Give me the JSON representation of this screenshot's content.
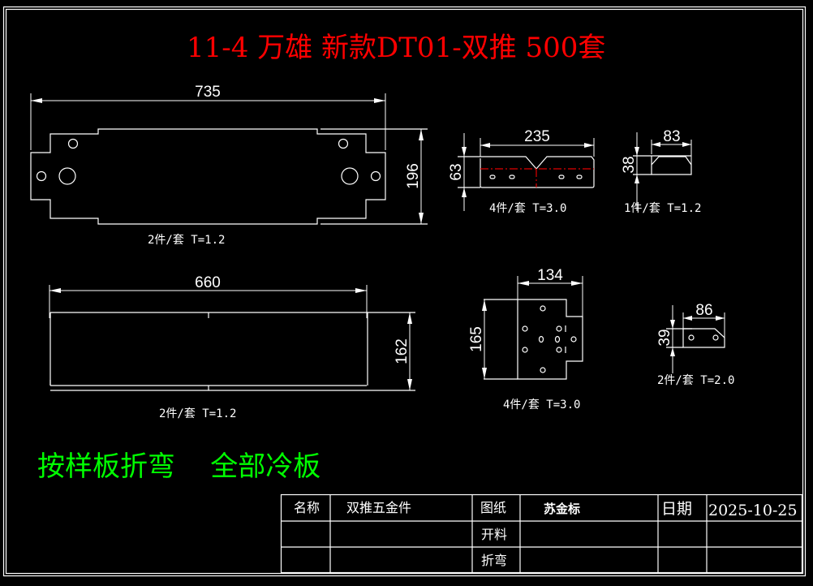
{
  "drawing": {
    "title": "11-4 万雄 新款DT01-双推 500套",
    "note": "按样板折弯    全部冷板",
    "colors": {
      "background": "#000000",
      "lines": "#ffffff",
      "title": "#ff0000",
      "note": "#00ff00",
      "centerline": "#e00000"
    }
  },
  "parts": [
    {
      "id": "part-1",
      "width_dim": "735",
      "height_dim": "196",
      "spec": "2件/套 T=1.2"
    },
    {
      "id": "part-2",
      "width_dim": "235",
      "height_dim": "63",
      "spec": "4件/套 T=3.0"
    },
    {
      "id": "part-3",
      "width_dim": "83",
      "height_dim": "38",
      "spec": "1件/套 T=1.2"
    },
    {
      "id": "part-4",
      "width_dim": "660",
      "height_dim": "162",
      "spec": "2件/套 T=1.2"
    },
    {
      "id": "part-5",
      "width_dim": "134",
      "height_dim": "165",
      "spec": "4件/套 T=3.0"
    },
    {
      "id": "part-6",
      "width_dim": "86",
      "height_dim": "39",
      "spec": "2件/套 T=2.0"
    }
  ],
  "title_block": {
    "name_label": "名称",
    "name_value": "双推五金件",
    "drawing_label": "图纸",
    "drawing_value": "苏金标",
    "date_label": "日期",
    "date_value": "2025-10-25",
    "cutting_label": "开料",
    "bending_label": "折弯"
  }
}
